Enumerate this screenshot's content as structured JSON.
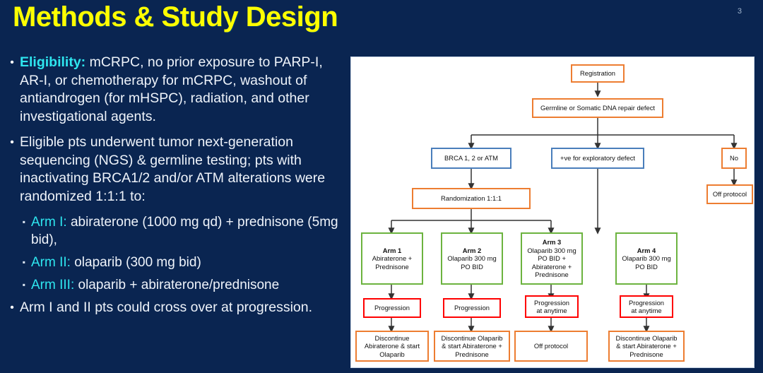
{
  "slide": {
    "title": "Methods & Study Design",
    "page_number": "3",
    "background_color": "#0a2551",
    "title_color": "#ffff00",
    "accent_color": "#2ee6ef"
  },
  "bullets": [
    {
      "marker": "•",
      "lead": "Eligibility:",
      "text": " mCRPC, no prior exposure to PARP-I, AR-I, or chemotherapy for mCRPC, washout of antiandrogen (for mHSPC), radiation, and other investigational agents."
    },
    {
      "marker": "•",
      "lead": "",
      "text": "Eligible pts underwent tumor next-generation sequencing (NGS) & germline testing; pts with inactivating BRCA1/2 and/or ATM alterations were randomized 1:1:1 to:"
    },
    {
      "marker": "•",
      "lead": "",
      "text": " Arm I and II pts could cross over at progression."
    }
  ],
  "sub_bullets": [
    {
      "marker": "▪",
      "lead": "Arm I:",
      "text": " abiraterone (1000 mg qd) + prednisone (5mg bid),"
    },
    {
      "marker": "▪",
      "lead": "Arm II:",
      "text": " olaparib (300 mg bid)"
    },
    {
      "marker": "▪",
      "lead": "Arm III:",
      "text": " olaparib + abiraterone/prednisone"
    }
  ],
  "flowchart": {
    "colors": {
      "orange": "#ed7d31",
      "blue": "#4a7ebb",
      "green": "#6cb33f",
      "red": "#ff0000",
      "arrow": "#333333"
    },
    "nodes": {
      "registration": "Registration",
      "dna_defect": "Germline or Somatic DNA repair defect",
      "brca": "BRCA 1, 2 or ATM",
      "exploratory": "+ve for exploratory defect",
      "no": "No",
      "off_protocol_right": "Off protocol",
      "randomization": "Randomization 1:1:1",
      "arm1_title": "Arm 1",
      "arm1_body": "Abiraterone +\nPrednisone",
      "arm2_title": "Arm 2",
      "arm2_body": "Olaparib 300 mg\nPO BID",
      "arm3_title": "Arm 3",
      "arm3_body": "Olaparib 300 mg\nPO BID +\nAbiraterone +\nPrednisone",
      "arm4_title": "Arm 4",
      "arm4_body": "Olaparib 300 mg\nPO BID",
      "prog1": "Progression",
      "prog2": "Progression",
      "prog3": "Progression\nat anytime",
      "prog4": "Progression\nat anytime",
      "disc1": "Discontinue\nAbiraterone & start\nOlaparib",
      "disc2": "Discontinue Olaparib\n& start Abiraterone +\nPrednisone",
      "off_protocol_arm3": "Off protocol",
      "disc4": "Discontinue Olaparib\n& start Abiraterone +\nPrednisone"
    }
  }
}
